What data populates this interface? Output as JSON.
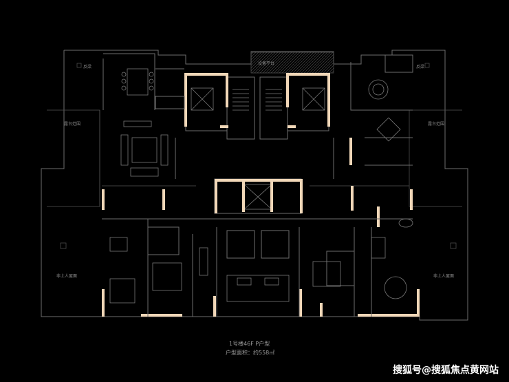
{
  "labels": {
    "equipment_platform": "设备平台",
    "terrace_nw": "反梁",
    "terrace_ne": "反梁",
    "balcony_range_w": "露台范围",
    "balcony_range_e": "露台范围",
    "unaccessible_roof_w": "非上人屋面",
    "unaccessible_roof_e": "非上人屋面"
  },
  "caption": {
    "line1": "1号楼46F  P户型",
    "line2": "户型面积：约558㎡"
  },
  "watermark": "搜狐号@搜狐焦点黄网站",
  "colors": {
    "background": "#000000",
    "wall": "#6e6e6e",
    "accent_gold": "#f1d7b8"
  }
}
